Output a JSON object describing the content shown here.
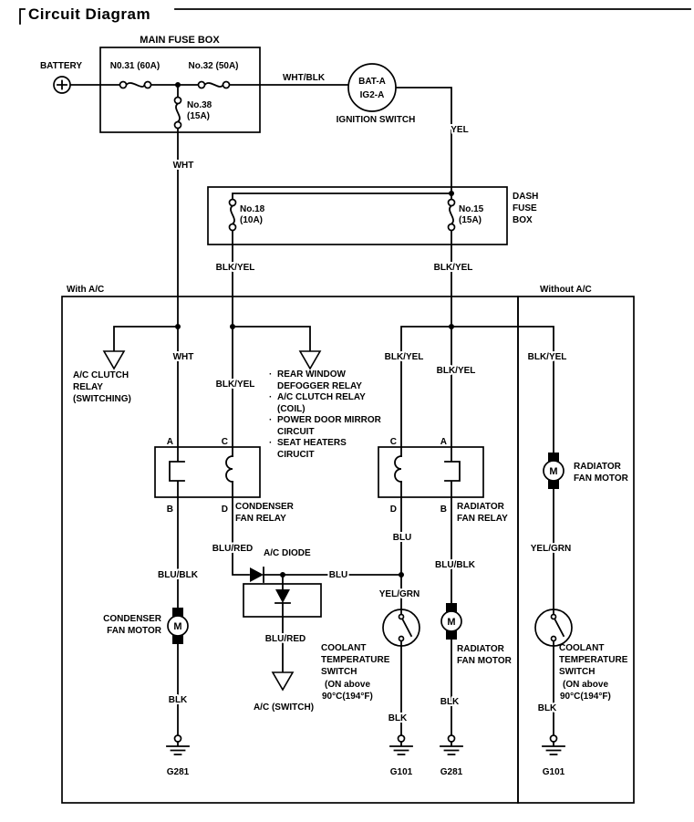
{
  "title": "Circuit Diagram",
  "battery": {
    "label": "BATTERY"
  },
  "main_fuse_box": {
    "label": "MAIN FUSE BOX",
    "fuse_31": "N0.31 (60A)",
    "fuse_32": "No.32 (50A)",
    "fuse_38_line1": "No.38",
    "fuse_38_line2": "(15A)"
  },
  "ignition_switch": {
    "label": "IGNITION SWITCH",
    "terminal_top": "BAT-A",
    "terminal_bottom": "IG2-A"
  },
  "dash_fuse_box": {
    "label_line1": "DASH",
    "label_line2": "FUSE",
    "label_line3": "BOX",
    "fuse_18_line1": "No.18",
    "fuse_18_line2": "(10A)",
    "fuse_15_line1": "No.15",
    "fuse_15_line2": "(15A)"
  },
  "sections": {
    "with_ac": "With A/C",
    "without_ac": "Without A/C"
  },
  "wires": {
    "wht": "WHT",
    "wht_blk": "WHT/BLK",
    "yel": "YEL",
    "blk_yel": "BLK/YEL",
    "blu": "BLU",
    "blu_red": "BLU/RED",
    "blu_blk": "BLU/BLK",
    "yel_grn": "YEL/GRN",
    "blk": "BLK"
  },
  "ac_clutch_relay": {
    "line1": "A/C CLUTCH",
    "line2": "RELAY",
    "line3": "(SWITCHING)"
  },
  "branch_note": {
    "bullet": "·",
    "items": [
      {
        "line1": "REAR WINDOW",
        "line2": "DEFOGGER RELAY"
      },
      {
        "line1": "A/C CLUTCH RELAY",
        "line2": "(COIL)"
      },
      {
        "line1": "POWER DOOR MIRROR",
        "line2": "CIRCUIT"
      },
      {
        "line1": "SEAT HEATERS",
        "line2": "CIRUCIT"
      }
    ]
  },
  "terminals": {
    "a": "A",
    "b": "B",
    "c": "C",
    "d": "D"
  },
  "relays": {
    "condenser": {
      "name_line1": "CONDENSER",
      "name_line2": "FAN RELAY"
    },
    "radiator": {
      "name_line1": "RADIATOR",
      "name_line2": "FAN RELAY"
    }
  },
  "ac_diode": {
    "label": "A/C DIODE"
  },
  "ac_switch": {
    "label": "A/C (SWITCH)"
  },
  "motors": {
    "symbol": "M",
    "condenser": {
      "line1": "CONDENSER",
      "line2": "FAN MOTOR"
    },
    "radiator": {
      "line1": "RADIATOR",
      "line2": "FAN MOTOR"
    }
  },
  "coolant_temp_switch": {
    "line1": "COOLANT",
    "line2": "TEMPERATURE",
    "line3": "SWITCH",
    "line4": "(ON above",
    "line5": "90°C(194°F)"
  },
  "grounds": {
    "g281": "G281",
    "g101": "G101"
  },
  "colors": {
    "line": "#000000",
    "background": "#ffffff"
  }
}
